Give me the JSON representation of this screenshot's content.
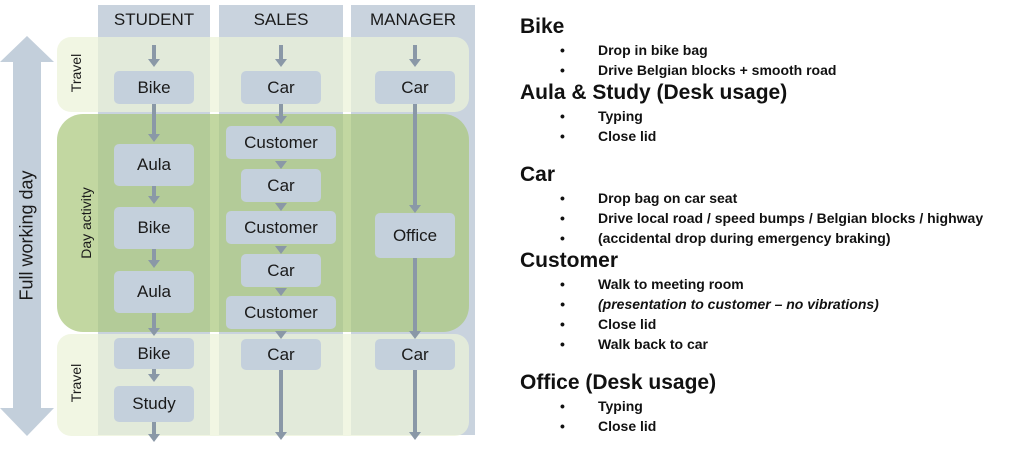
{
  "diagram": {
    "side_arrow_label": "Full working day",
    "roles": [
      {
        "id": "student",
        "label": "STUDENT"
      },
      {
        "id": "sales",
        "label": "SALES"
      },
      {
        "id": "manager",
        "label": "MANAGER"
      }
    ],
    "phases": [
      {
        "id": "travel-morning",
        "label": "Travel"
      },
      {
        "id": "day-activity",
        "label": "Day activity"
      },
      {
        "id": "travel-evening",
        "label": "Travel"
      }
    ],
    "student_steps": [
      "Bike",
      "Aula",
      "Bike",
      "Aula",
      "Bike",
      "Study"
    ],
    "sales_steps": [
      "Car",
      "Customer",
      "Car",
      "Customer",
      "Car",
      "Customer",
      "Car"
    ],
    "manager_steps": [
      "Car",
      "Office",
      "Car"
    ]
  },
  "notes": {
    "sections": [
      {
        "title": "Bike",
        "items": [
          {
            "text": "Drop in bike bag",
            "italic": false
          },
          {
            "text": "Drive Belgian blocks + smooth road",
            "italic": false
          }
        ]
      },
      {
        "title": "Aula & Study (Desk usage)",
        "items": [
          {
            "text": "Typing",
            "italic": false
          },
          {
            "text": "Close lid",
            "italic": false
          }
        ]
      },
      {
        "title": "Car",
        "items": [
          {
            "text": "Drop bag on car seat",
            "italic": false
          },
          {
            "text": "Drive local road / speed bumps / Belgian blocks / highway",
            "italic": false
          },
          {
            "text": "(accidental drop during emergency braking)",
            "italic": false
          }
        ]
      },
      {
        "title": "Customer",
        "items": [
          {
            "text": "Walk to meeting room",
            "italic": false
          },
          {
            "text": "(presentation to customer – no vibrations)",
            "italic": true
          },
          {
            "text": "Close lid",
            "italic": false
          },
          {
            "text": "Walk back to car",
            "italic": false
          }
        ]
      },
      {
        "title": "Office (Desk usage)",
        "items": [
          {
            "text": "Typing",
            "italic": false
          },
          {
            "text": "Close lid",
            "italic": false
          }
        ]
      }
    ],
    "bullet": "•"
  }
}
